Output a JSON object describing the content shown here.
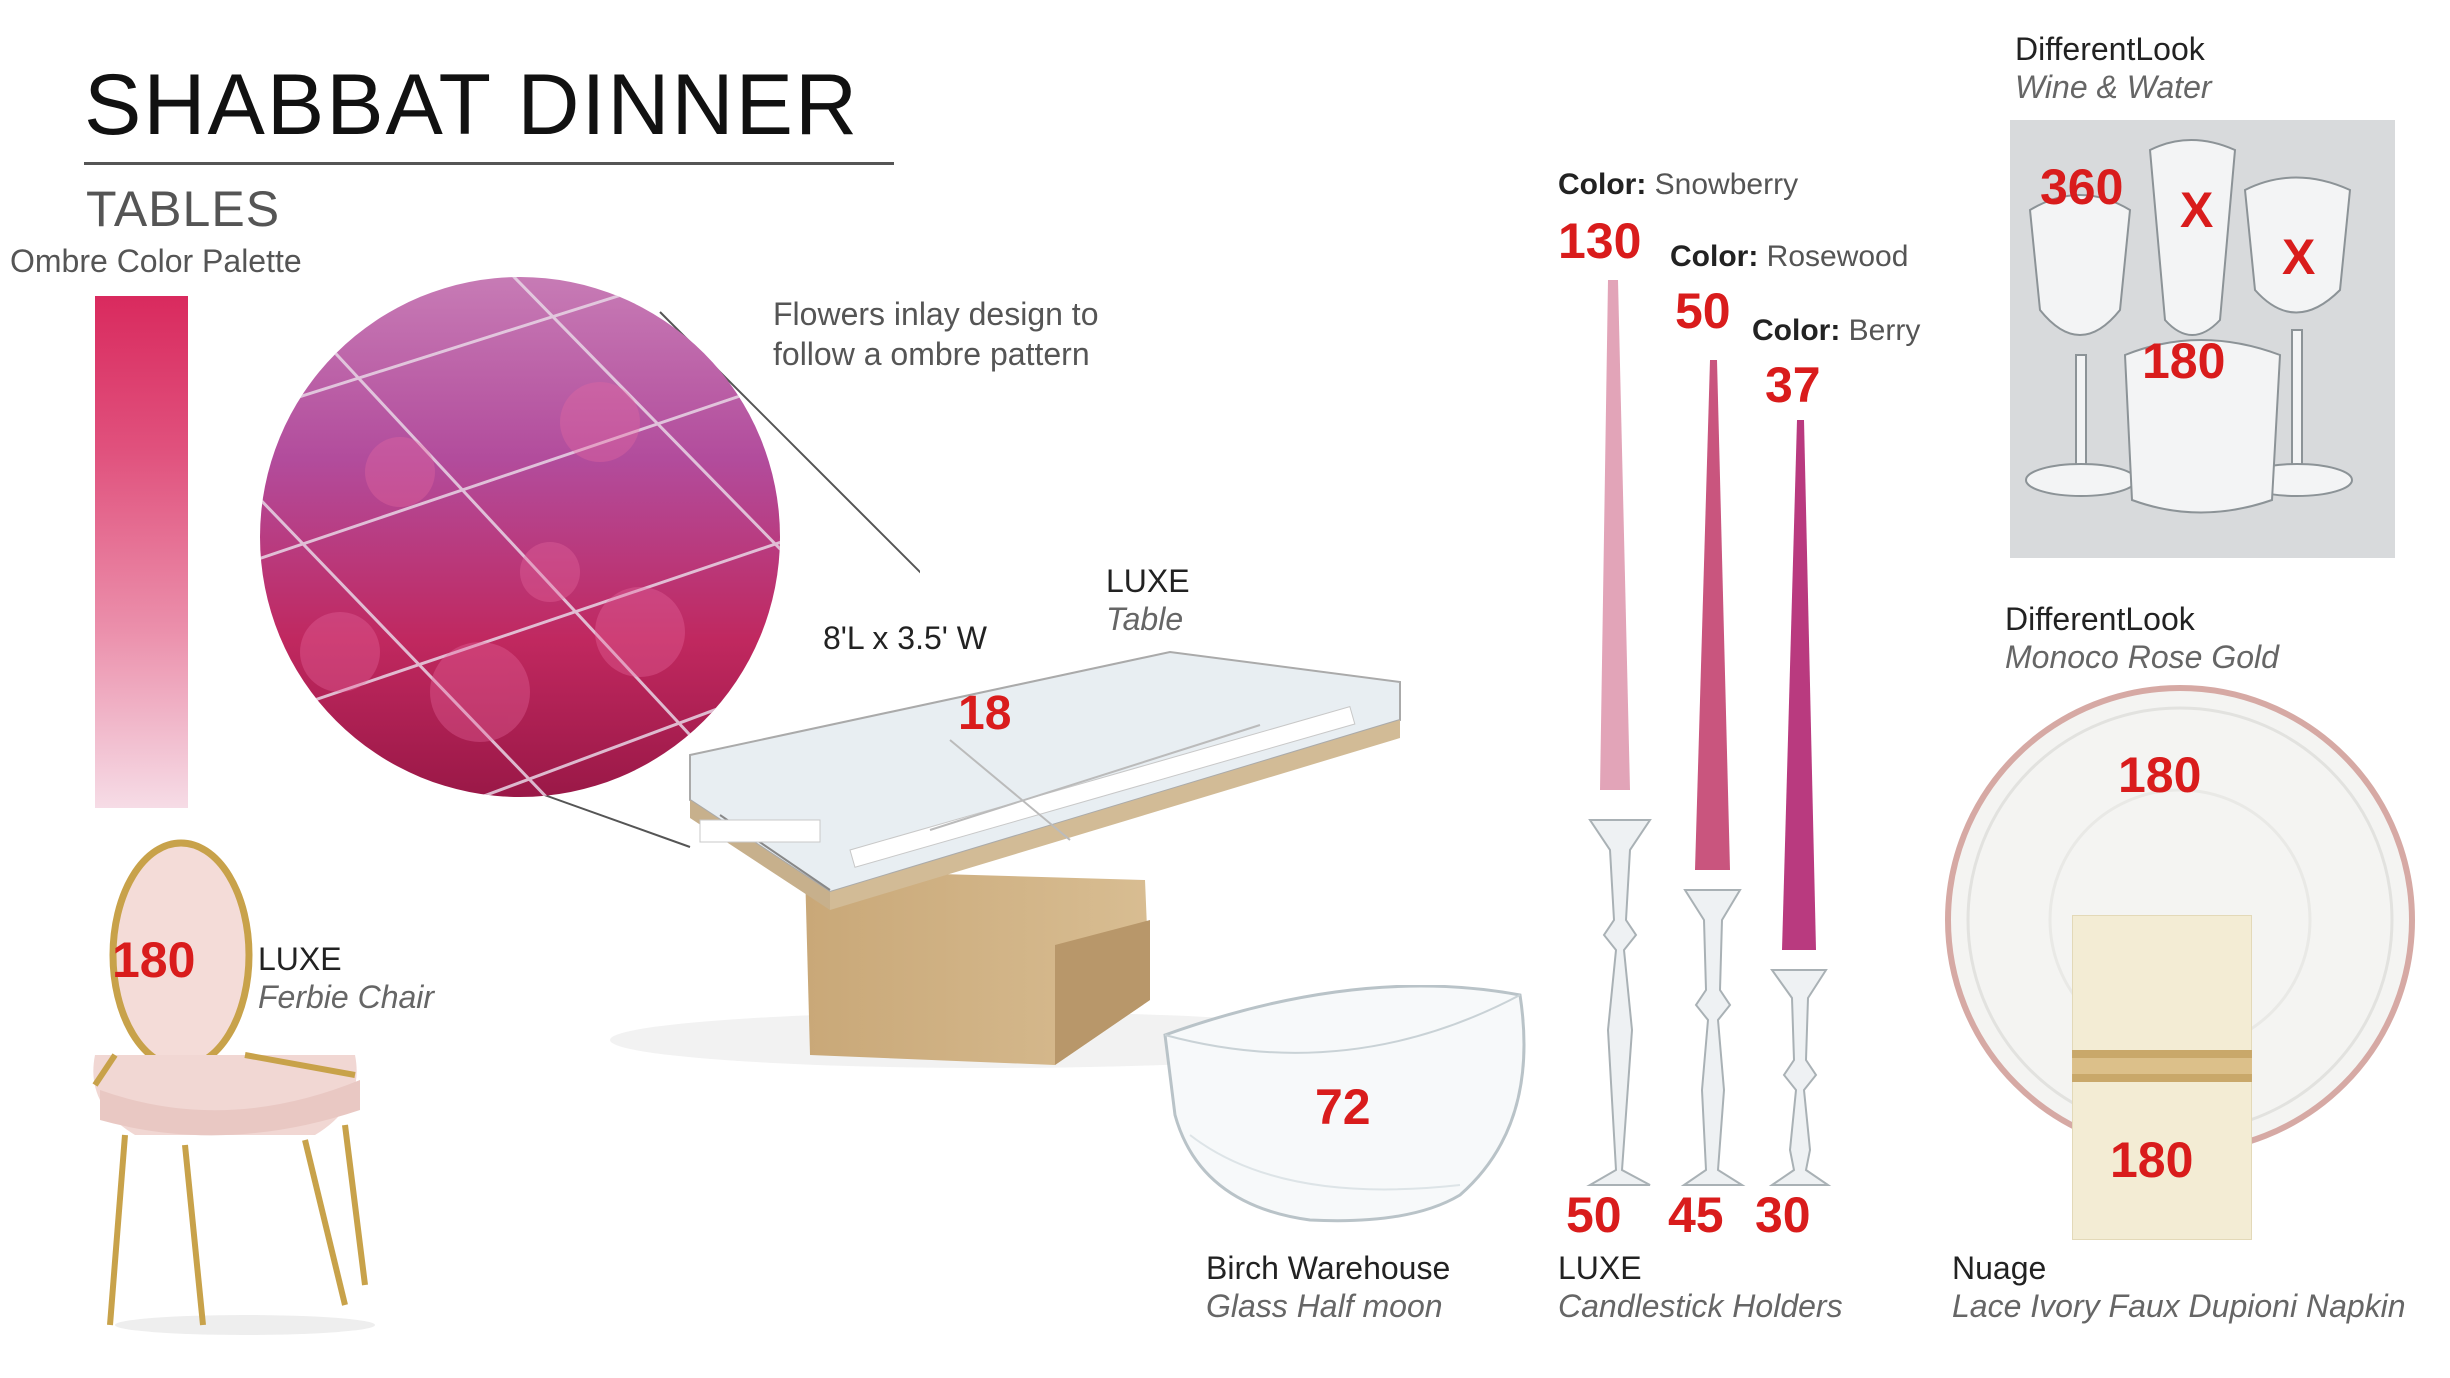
{
  "page": {
    "title": "SHABBAT DINNER",
    "subtitle": "TABLES",
    "palette_label": "Ombre Color Palette",
    "flowers_note_line1": "Flowers inlay design to",
    "flowers_note_line2": "follow a ombre pattern"
  },
  "colors": {
    "accent_red": "#d91c1c",
    "palette_top": "#d92a5e",
    "palette_bottom": "#f6dce6"
  },
  "table": {
    "brand": "LUXE",
    "item": "Table",
    "dimensions": "8'L x 3.5' W",
    "qty": "18"
  },
  "chair": {
    "brand": "LUXE",
    "item": "Ferbie Chair",
    "qty": "180"
  },
  "bowl": {
    "brand": "Birch Warehouse",
    "item": "Glass Half moon",
    "qty": "72"
  },
  "candles": {
    "items": [
      {
        "color_label": "Color:",
        "color_name": "Snowberry",
        "qty": "130",
        "holder_qty": "50"
      },
      {
        "color_label": "Color:",
        "color_name": "Rosewood",
        "qty": "50",
        "holder_qty": "45"
      },
      {
        "color_label": "Color:",
        "color_name": "Berry",
        "qty": "37",
        "holder_qty": "30"
      }
    ],
    "holder_brand": "LUXE",
    "holder_item": "Candlestick Holders"
  },
  "glassware": {
    "brand": "DifferentLook",
    "item": "Wine & Water",
    "qty_goblet": "360",
    "mark_flute": "X",
    "mark_wine": "X",
    "qty_tumbler": "180"
  },
  "charger": {
    "brand": "DifferentLook",
    "item": "Monoco Rose Gold",
    "qty": "180"
  },
  "napkin": {
    "brand": "Nuage",
    "item": "Lace Ivory Faux Dupioni Napkin",
    "qty": "180"
  }
}
